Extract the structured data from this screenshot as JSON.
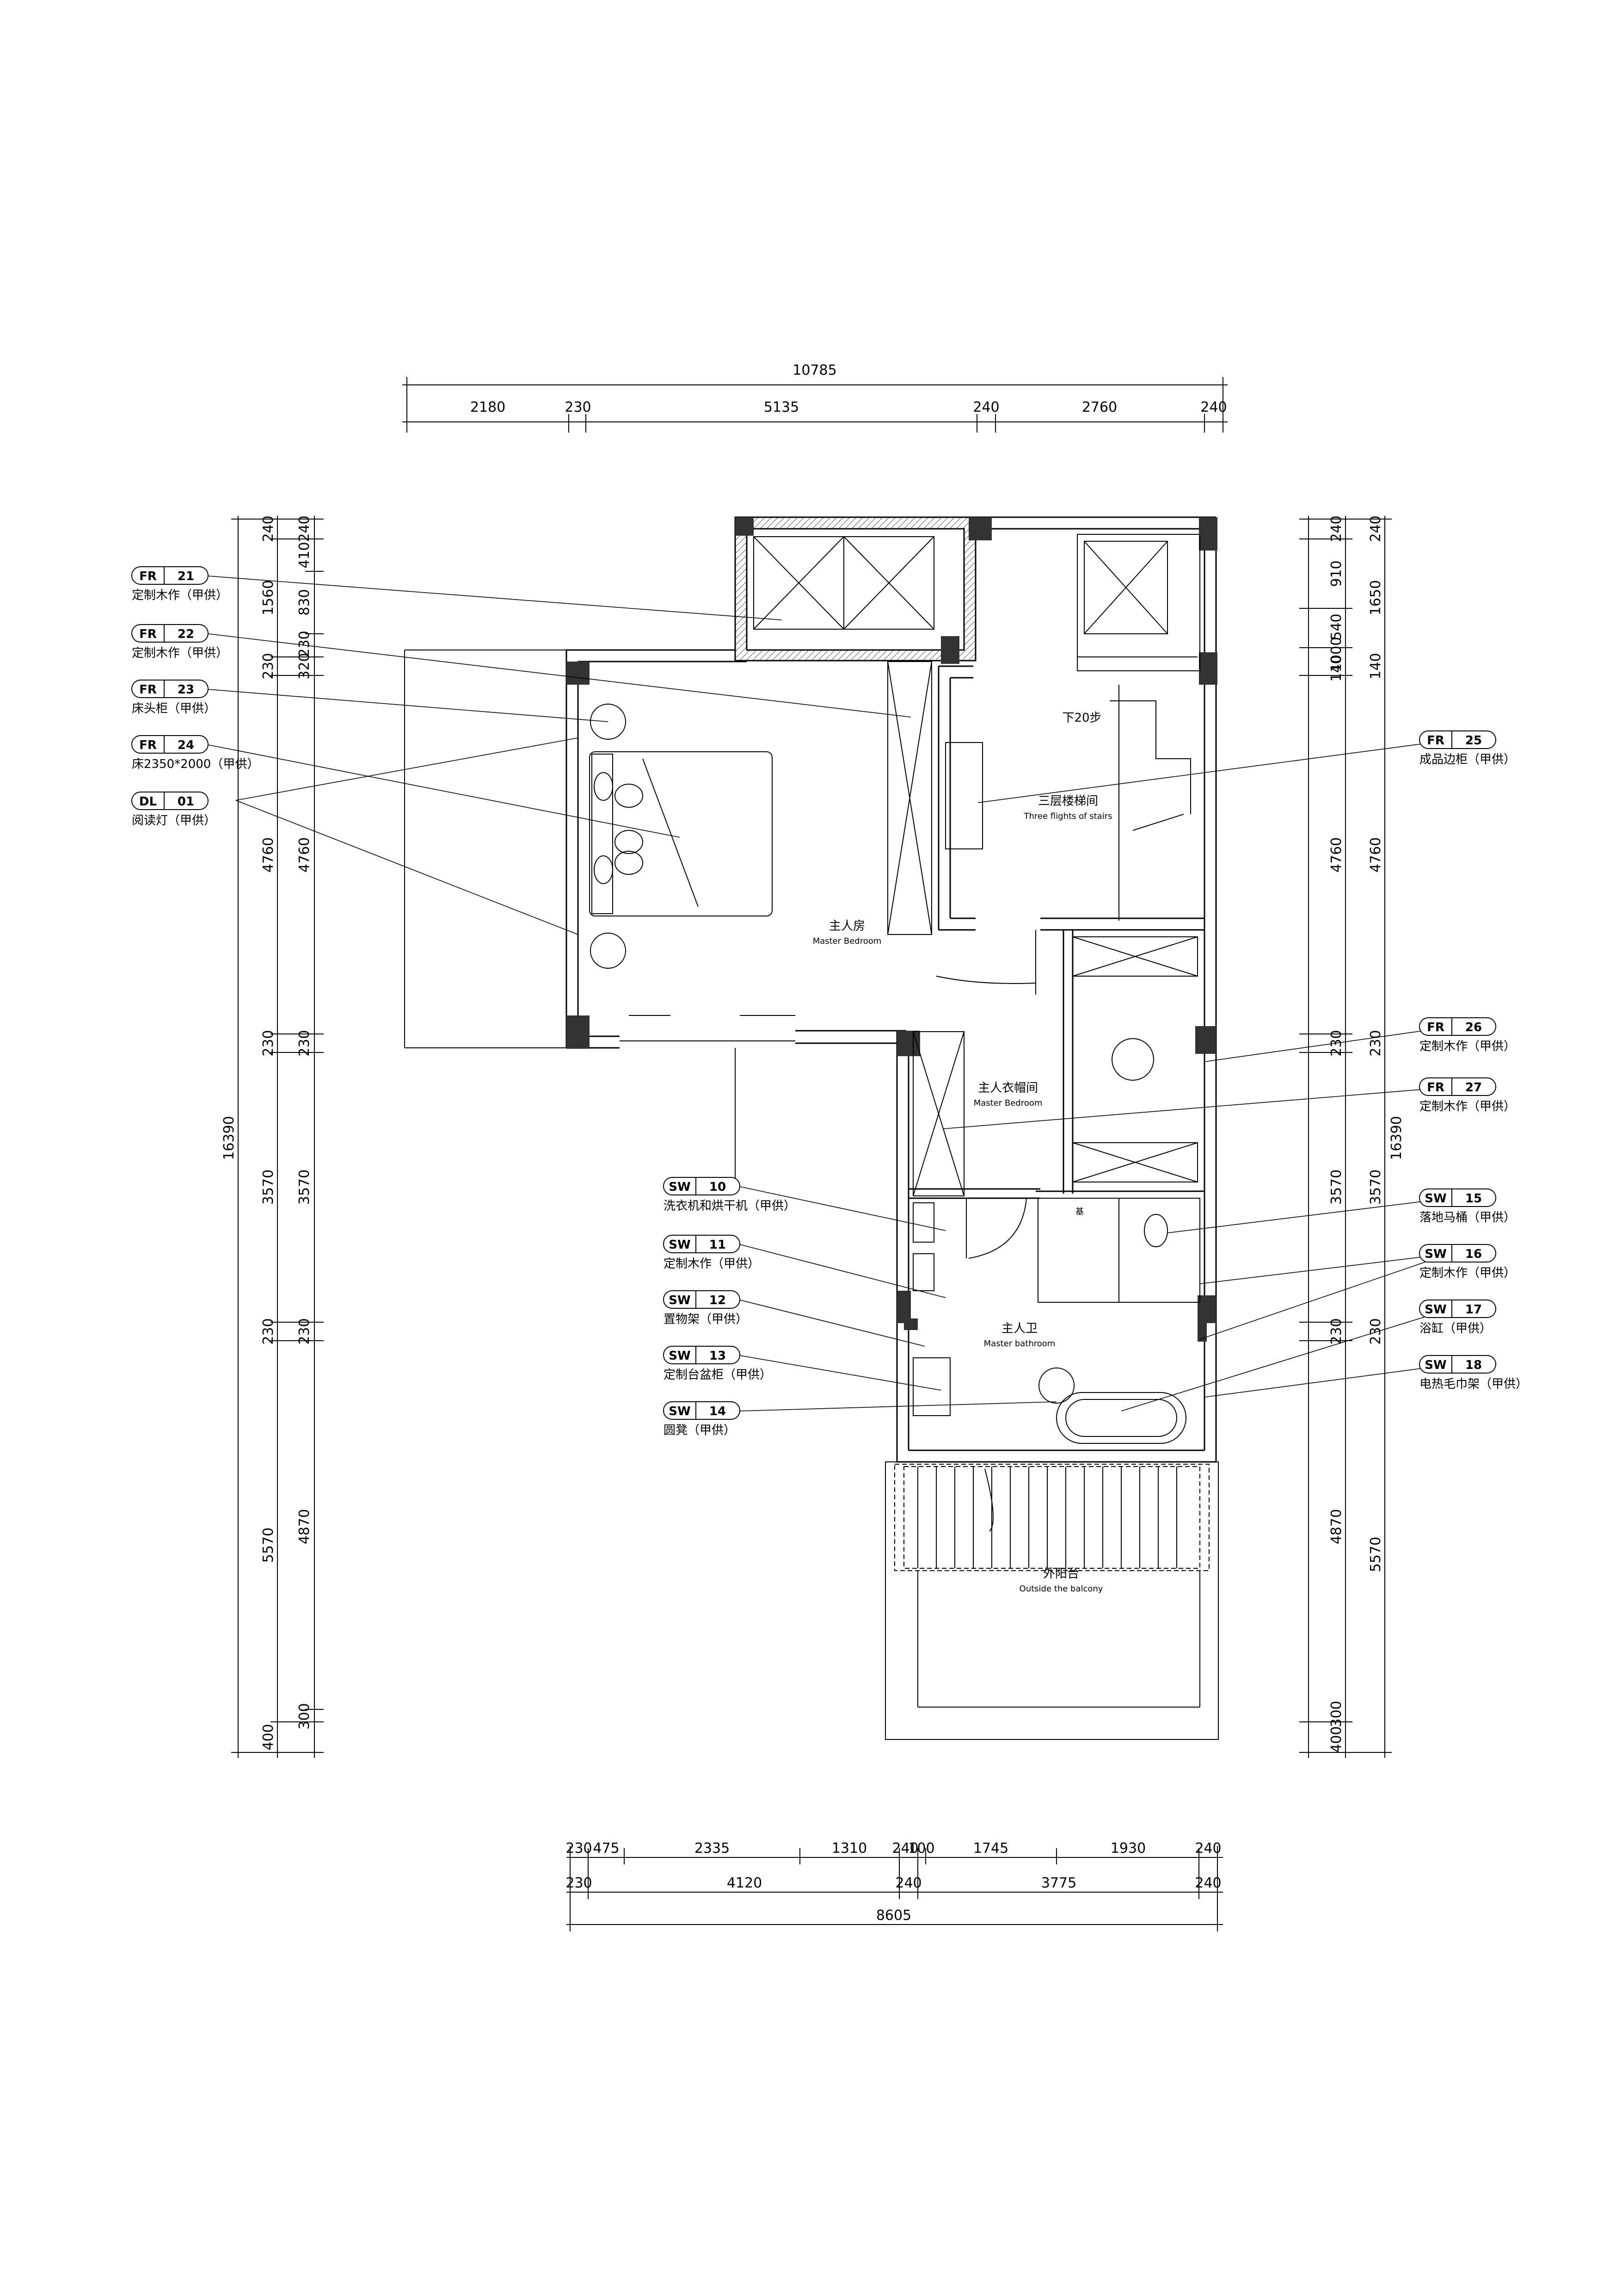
{
  "dimensions": {
    "top_total": "10785",
    "top_segments": [
      "2180",
      "230",
      "5135",
      "240",
      "2760",
      "240"
    ],
    "left_total": "16390",
    "left_outer": [
      "240",
      "1560",
      "230",
      "4760",
      "230",
      "3570",
      "230",
      "5570",
      "400"
    ],
    "left_inner": [
      "240",
      "410",
      "830",
      "230",
      "320",
      "4760",
      "230",
      "3570",
      "230",
      "4870",
      "300"
    ],
    "right_total": "16390",
    "right_inner": [
      "240",
      "910",
      "540",
      "1000",
      "140",
      "4760",
      "230",
      "3570",
      "230",
      "4870",
      "400",
      "300"
    ],
    "right_outer": [
      "240",
      "1650",
      "140",
      "4760",
      "230",
      "3570",
      "230",
      "5570"
    ],
    "bottom_row1": [
      "230",
      "475",
      "2335",
      "1310",
      "240",
      "100",
      "1745",
      "1930",
      "240"
    ],
    "bottom_row2": [
      "230",
      "4120",
      "240",
      "3775",
      "240"
    ],
    "bottom_total": "8605"
  },
  "rooms": {
    "master_bedroom": {
      "cn": "主人房",
      "en": "Master Bedroom"
    },
    "stair": {
      "cn": "三层楼梯间",
      "en": "Three flights of stairs"
    },
    "stair_note": "下20步",
    "closet": {
      "cn": "主人衣帽间",
      "en": "Master Bedroom"
    },
    "bathroom": {
      "cn": "主人卫",
      "en": "Master bathroom"
    },
    "balcony": {
      "cn": "外阳台",
      "en": "Outside the balcony"
    }
  },
  "tags_left": [
    {
      "code": "FR",
      "num": "21",
      "desc": "定制木作（甲供）"
    },
    {
      "code": "FR",
      "num": "22",
      "desc": "定制木作（甲供）"
    },
    {
      "code": "FR",
      "num": "23",
      "desc": "床头柜（甲供）"
    },
    {
      "code": "FR",
      "num": "24",
      "desc": "床2350*2000（甲供）"
    },
    {
      "code": "DL",
      "num": "01",
      "desc": "阅读灯（甲供）"
    },
    {
      "code": "SW",
      "num": "10",
      "desc": "洗衣机和烘干机（甲供）"
    },
    {
      "code": "SW",
      "num": "11",
      "desc": "定制木作（甲供）"
    },
    {
      "code": "SW",
      "num": "12",
      "desc": "置物架（甲供）"
    },
    {
      "code": "SW",
      "num": "13",
      "desc": "定制台盆柜（甲供）"
    },
    {
      "code": "SW",
      "num": "14",
      "desc": "圆凳（甲供）"
    }
  ],
  "tags_right": [
    {
      "code": "FR",
      "num": "25",
      "desc": "成品边柜（甲供）"
    },
    {
      "code": "FR",
      "num": "26",
      "desc": "定制木作（甲供）"
    },
    {
      "code": "FR",
      "num": "27",
      "desc": "定制木作（甲供）"
    },
    {
      "code": "SW",
      "num": "15",
      "desc": "落地马桶（甲供）"
    },
    {
      "code": "SW",
      "num": "16",
      "desc": "定制木作（甲供）"
    },
    {
      "code": "SW",
      "num": "17",
      "desc": "浴缸（甲供）"
    },
    {
      "code": "SW",
      "num": "18",
      "desc": "电热毛巾架（甲供）"
    }
  ],
  "small_label": "基"
}
